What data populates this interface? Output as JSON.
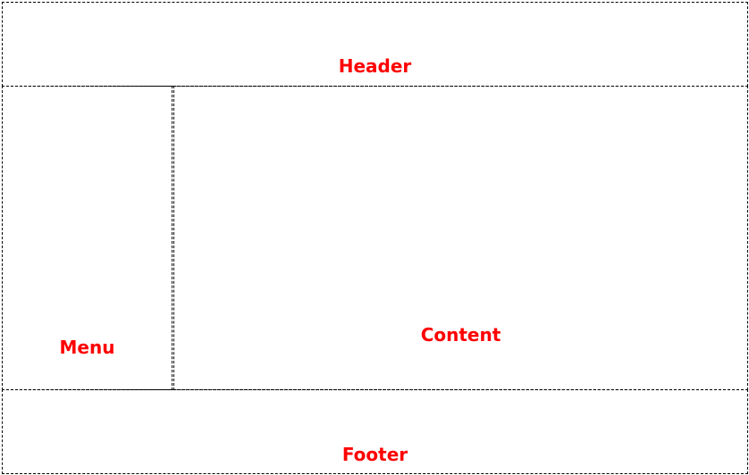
{
  "colors": {
    "label": "#ff0000",
    "border": "#000000",
    "background": "#ffffff"
  },
  "regions": {
    "header": {
      "label": "Header"
    },
    "menu": {
      "label": "Menu"
    },
    "content": {
      "label": "Content"
    },
    "footer": {
      "label": "Footer"
    }
  }
}
